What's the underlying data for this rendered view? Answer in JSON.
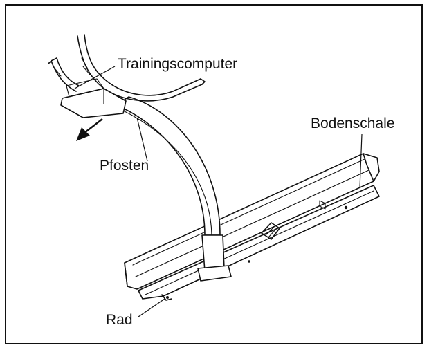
{
  "labels": {
    "console": "Trainingscomputer",
    "base": "Bodenschale",
    "upright": "Pfosten",
    "wheel": "Rad"
  }
}
